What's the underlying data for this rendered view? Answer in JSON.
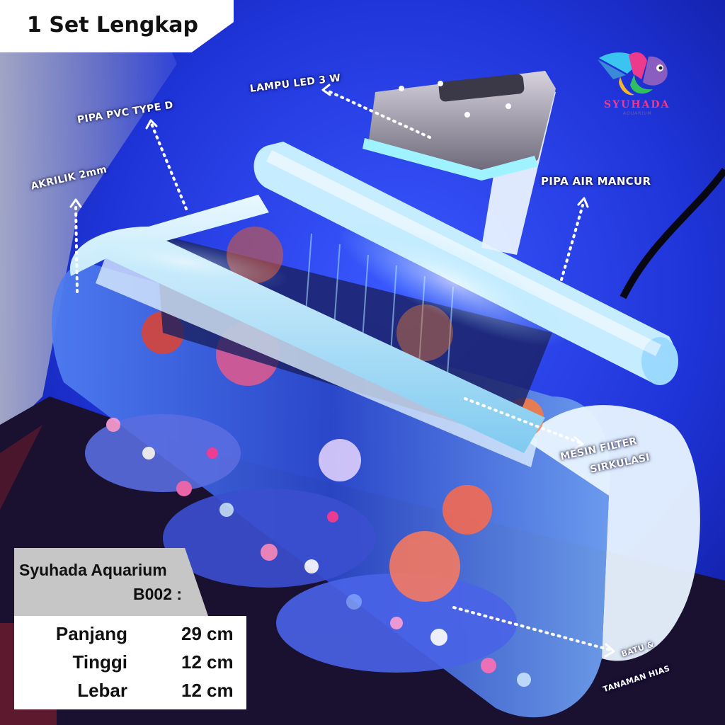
{
  "banner": {
    "title": "1 Set Lengkap"
  },
  "logo": {
    "brand": "SYUHADA",
    "sub": "AQUARIUM"
  },
  "callouts": {
    "lamp": "LAMPU LED 3 W",
    "pvc": "PIPA PVC TYPE D",
    "acrylic": "AKRILIK 2mm",
    "fountain": "PIPA AIR MANCUR",
    "filter_line1": "MESIN FILTER",
    "filter_line2": "SIRKULASI",
    "rocks_line1": "BATU &",
    "rocks_line2": "TANAMAN HIAS"
  },
  "spec": {
    "brand": "Syuhada Aquarium",
    "model": "B002 :",
    "rows": [
      {
        "label": "Panjang",
        "value": "29",
        "unit": "cm"
      },
      {
        "label": "Tinggi",
        "value": "12",
        "unit": "cm"
      },
      {
        "label": "Lebar",
        "value": "12",
        "unit": "cm"
      }
    ]
  },
  "colors": {
    "wall": "#1f34d8",
    "tank_glow": "#bfe8ff",
    "accent_pink": "#ec3a8c",
    "panel_grey": "#c6c6c6"
  }
}
